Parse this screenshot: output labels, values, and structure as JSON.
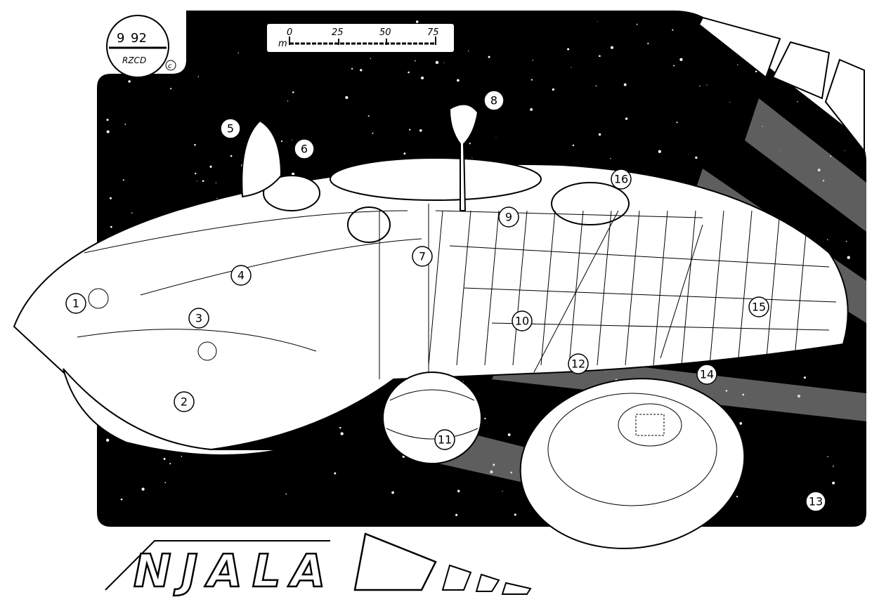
{
  "badge": {
    "year": "92",
    "initial": "9",
    "studio": "RZCD",
    "copyright": "c"
  },
  "scale_bar": {
    "unit": "m",
    "ticks": [
      "0",
      "25",
      "50",
      "75"
    ]
  },
  "title": "NJALA",
  "callouts": [
    "1",
    "2",
    "3",
    "4",
    "5",
    "6",
    "7",
    "8",
    "9",
    "10",
    "11",
    "12",
    "13",
    "14",
    "15",
    "16"
  ],
  "colors": {
    "panel": "#000000",
    "paper": "#ffffff"
  }
}
